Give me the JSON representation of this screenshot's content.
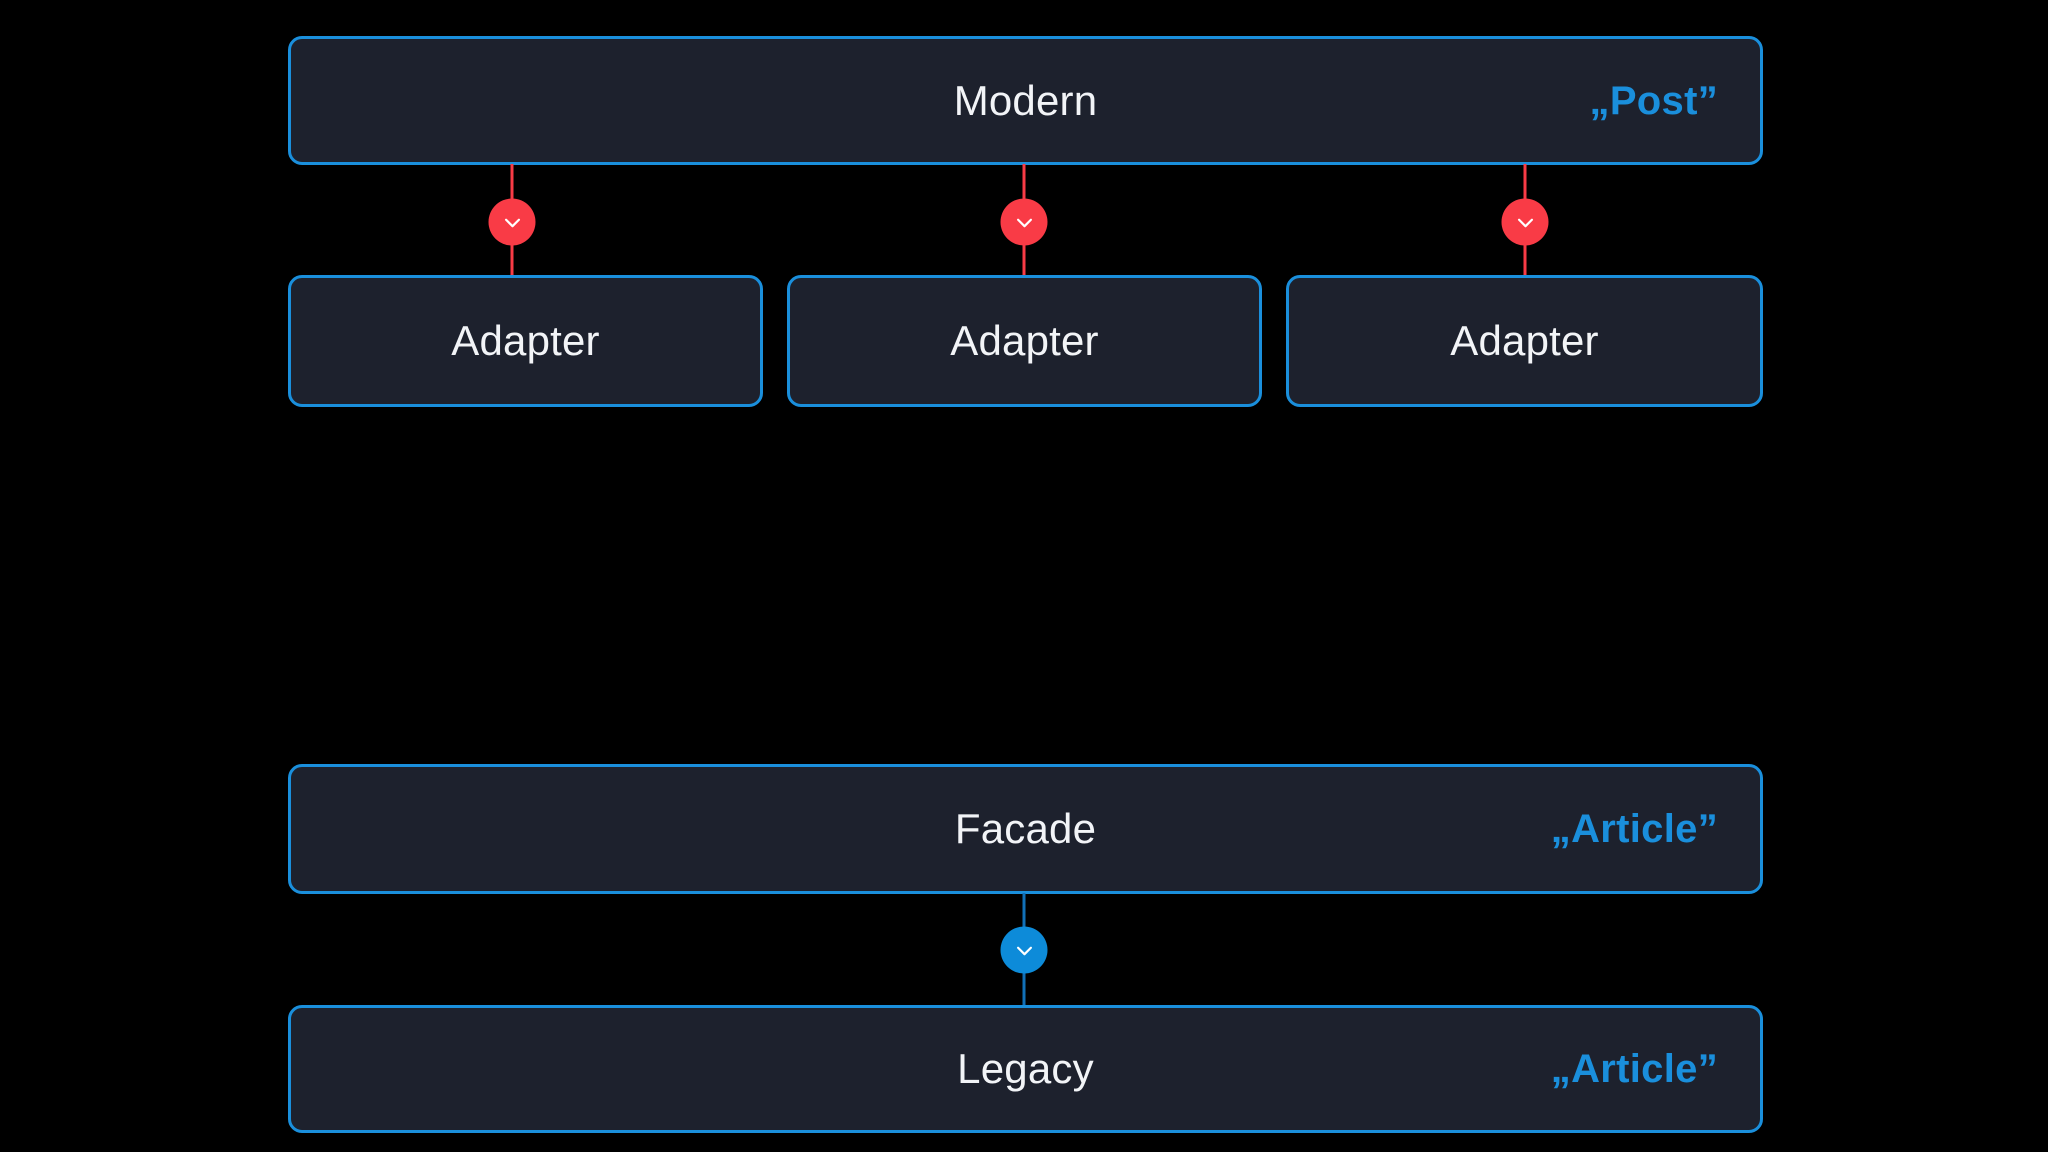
{
  "diagram": {
    "background_color": "#000000",
    "box_fill_color": "#1d212d",
    "box_border_color": "#1a8fdc",
    "accent_blue": "#1a8fdc",
    "accent_red": "#f93b46",
    "marker_blue": "#0d8bd9",
    "title_text_color": "#f2f4f7"
  },
  "nodes": {
    "modern": {
      "title": "Modern",
      "entity": "„Post”"
    },
    "adapters": [
      {
        "title": "Adapter"
      },
      {
        "title": "Adapter"
      },
      {
        "title": "Adapter"
      }
    ],
    "facade": {
      "title": "Facade",
      "entity": "„Article”"
    },
    "legacy": {
      "title": "Legacy",
      "entity": "„Article”"
    }
  },
  "markers": [
    {
      "icon": "chevron-down-icon",
      "color": "#f93b46",
      "from": "modern",
      "to": "adapter-0"
    },
    {
      "icon": "chevron-down-icon",
      "color": "#f93b46",
      "from": "modern",
      "to": "adapter-1"
    },
    {
      "icon": "chevron-down-icon",
      "color": "#f93b46",
      "from": "modern",
      "to": "adapter-2"
    },
    {
      "icon": "chevron-down-icon",
      "color": "#0d8bd9",
      "from": "facade",
      "to": "legacy"
    }
  ]
}
